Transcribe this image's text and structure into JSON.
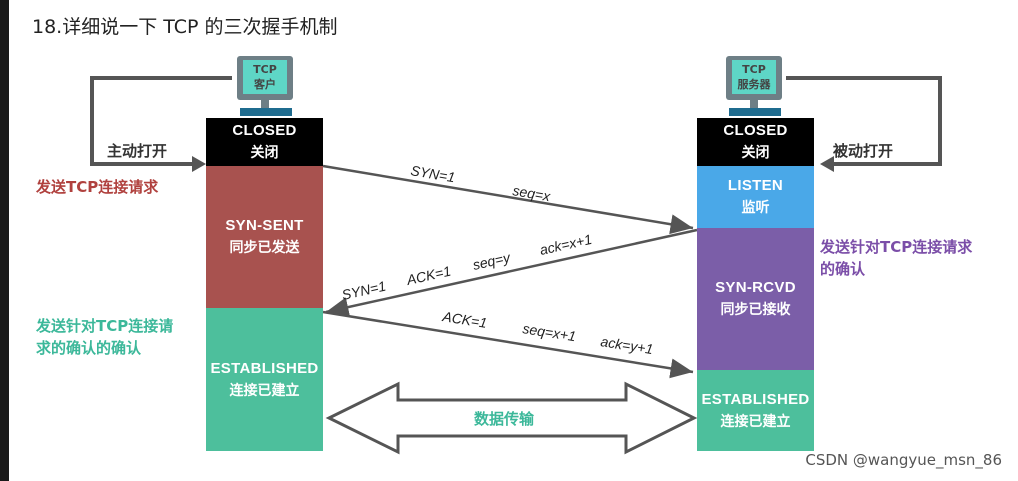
{
  "title": "18.详细说一下 TCP 的三次握手机制",
  "client": {
    "computer_label_line1": "TCP",
    "computer_label_line2": "客户",
    "closed_en": "CLOSED",
    "closed_zh": "关闭",
    "syn_sent_en": "SYN-SENT",
    "syn_sent_zh": "同步已发送",
    "established_en": "ESTABLISHED",
    "established_zh": "连接已建立",
    "open_label": "主动打开",
    "note_send_request": "发送TCP连接请求",
    "note_ack_line1": "发送针对TCP连接请",
    "note_ack_line2": "求的确认的确认"
  },
  "server": {
    "computer_label_line1": "TCP",
    "computer_label_line2": "服务器",
    "closed_en": "CLOSED",
    "closed_zh": "关闭",
    "listen_en": "LISTEN",
    "listen_zh": "监听",
    "syn_rcvd_en": "SYN-RCVD",
    "syn_rcvd_zh": "同步已接收",
    "established_en": "ESTABLISHED",
    "established_zh": "连接已建立",
    "open_label": "被动打开",
    "note_ack_line1": "发送针对TCP连接请求",
    "note_ack_line2": "的确认"
  },
  "messages": {
    "m1_syn": "SYN=1",
    "m1_seq": "seq=x",
    "m2_syn": "SYN=1",
    "m2_ack": "ACK=1",
    "m2_seq": "seq=y",
    "m2_ackno": "ack=x+1",
    "m3_ack": "ACK=1",
    "m3_seq": "seq=x+1",
    "m3_ackno": "ack=y+1"
  },
  "data_transfer": "数据传输",
  "watermark": "CSDN @wangyue_msn_86",
  "colors": {
    "closed": "#000000",
    "syn_sent": "#a8524f",
    "established": "#4dbf9c",
    "listen": "#4aa8e8",
    "syn_rcvd": "#7b5ea8",
    "note_red": "#b0413e",
    "note_green": "#3cb89a",
    "note_purple": "#7b4ea8",
    "computer": "#6e7f86",
    "computer_screen": "#5ed6c6",
    "computer_base": "#1f6c8f"
  }
}
